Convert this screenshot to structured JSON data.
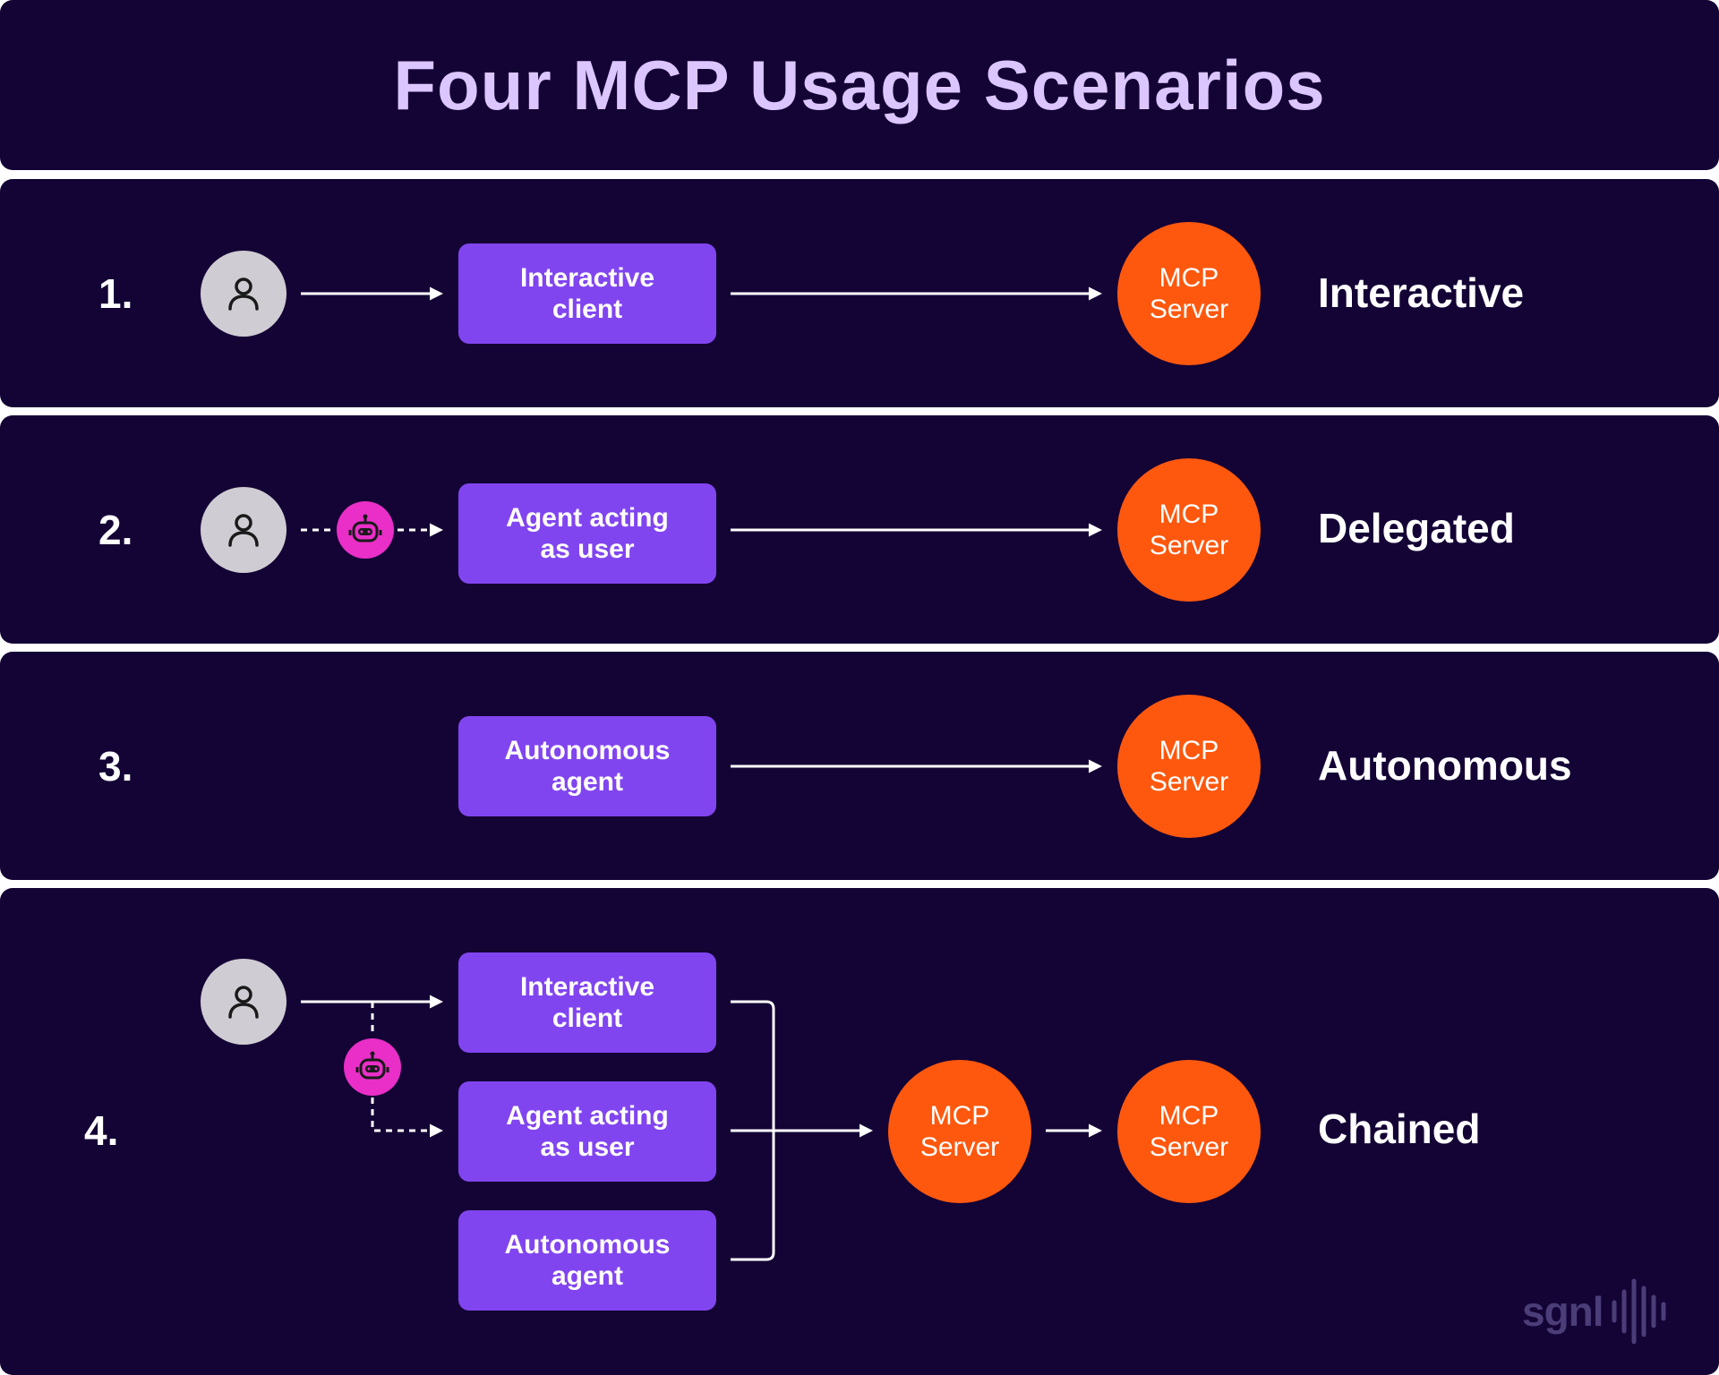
{
  "title": "Four MCP Usage Scenarios",
  "server_label": "MCP\nServer",
  "icons": {
    "person": "user-icon",
    "robot": "robot-icon"
  },
  "colors": {
    "background": "#140335",
    "title": "#dcc6ff",
    "client_box": "#8145f0",
    "server": "#fe580e",
    "person": "#cfcdd3",
    "robot": "#e92fc8"
  },
  "scenarios": [
    {
      "number": "1.",
      "client": "Interactive\nclient",
      "name": "Interactive"
    },
    {
      "number": "2.",
      "client": "Agent acting\nas user",
      "name": "Delegated"
    },
    {
      "number": "3.",
      "client": "Autonomous\nagent",
      "name": "Autonomous"
    },
    {
      "number": "4.",
      "clients": [
        "Interactive\nclient",
        "Agent acting\nas user",
        "Autonomous\nagent"
      ],
      "name": "Chained"
    }
  ],
  "logo": {
    "text": "sgnl"
  }
}
